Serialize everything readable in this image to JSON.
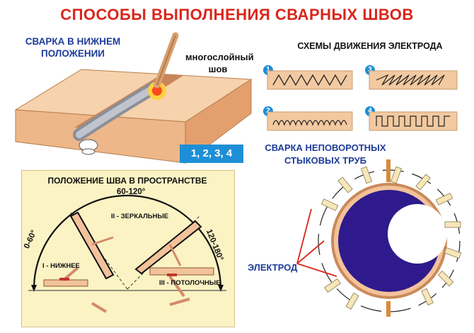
{
  "title": "СПОСОБЫ ВЫПОЛНЕНИЯ СВАРНЫХ ШВОВ",
  "bottom_welding": {
    "line1": "СВАРКА В НИЖНЕМ",
    "line2": "ПОЛОЖЕНИИ"
  },
  "multilayer": {
    "line1": "многослойный",
    "line2": "шов"
  },
  "layers_badge": "1, 2, 3, 4",
  "electrode_schemes": {
    "title": "СХЕМЫ ДВИЖЕНИЯ ЭЛЕКТРОДА",
    "items": [
      {
        "number": "1"
      },
      {
        "number": "2"
      },
      {
        "number": "3"
      },
      {
        "number": "4"
      }
    ]
  },
  "space_position": {
    "title": "ПОЛОЖЕНИЕ ШВА В ПРОСТРАНСТВЕ",
    "angle_0_60": "0-60°",
    "angle_60_120": "60-120°",
    "angle_120_180": "120-180°",
    "label_bottom": "I - НИЖНЕЕ",
    "label_mirror": "II - ЗЕРКАЛЬНЫЕ",
    "label_ceiling": "III - ПОТОЛОЧНЫЕ"
  },
  "pipes": {
    "line1": "СВАРКА НЕПОВОРОТНЫХ",
    "line2": "СТЫКОВЫХ ТРУБ"
  },
  "electrode_label": "ЭЛЕКТРОД",
  "colors": {
    "title": "#d9261c",
    "label_blue": "#1f3c9a",
    "badge": "#1d8fd6",
    "plate": "#f2c29a",
    "pipe": "#2e1a8c",
    "panel": "#fbf3c4"
  }
}
